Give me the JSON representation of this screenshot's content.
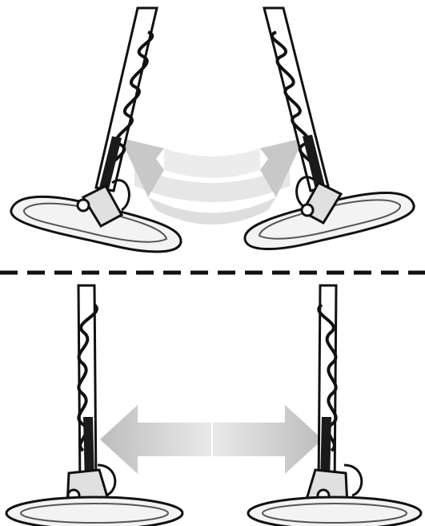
{
  "colors": {
    "background": "#ffffff",
    "outline": "#111111",
    "coil_fill": "#f2f2f2",
    "arrow_light": "#e3e3e3",
    "arrow_dark": "#c6c6c6",
    "divider": "#111111"
  },
  "panels": [
    {
      "id": "top",
      "motion": "curved-arc-sweep"
    },
    {
      "id": "bottom",
      "motion": "straight-horizontal-sweep"
    }
  ],
  "icons": [
    "metal-detector-icon",
    "double-arrow-icon",
    "dashed-divider"
  ]
}
